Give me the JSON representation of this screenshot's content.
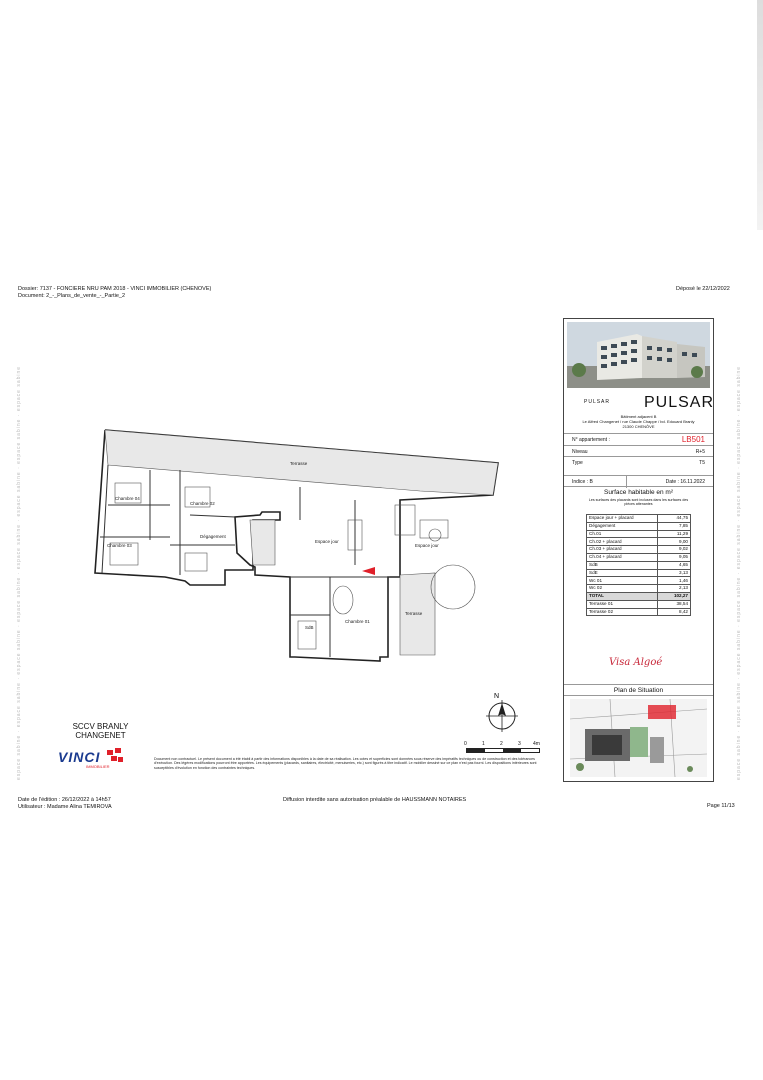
{
  "header": {
    "dossier": "Dossier: 7137 - FONCIERE NRU PAM 2018 - VINCI IMMOBILIER (CHENOVE)",
    "document": "Document: 2_-_Plans_de_vente_-_Partie_2",
    "depose": "Déposé le 22/12/2022"
  },
  "cartouche": {
    "brand_small": "PULSAR",
    "brand_large": "PULSAR",
    "address_line1": "Bâtiment adjacent B",
    "address_line2": "Le Alfred Changenet / rue Claude Chappe / bd. Edouard Branly",
    "address_line3": "21300 CHENÔVE",
    "rows": [
      {
        "label": "N° appartement :",
        "value": "LB501"
      },
      {
        "label": "Niveau",
        "value": "R+5"
      },
      {
        "label": "Type",
        "value": "T5"
      }
    ],
    "indice": "Indice : B",
    "date": "Date : 16.11.2022",
    "surface_title": "Surface habitable en m²",
    "surface_note": "Les surfaces des placards sont incluses dans les surfaces des pièces attenantes",
    "surfaces": [
      {
        "label": "Espace jour + placard",
        "value": "44,75"
      },
      {
        "label": "Dégagement",
        "value": "7,85"
      },
      {
        "label": "Ch.01",
        "value": "11,29"
      },
      {
        "label": "Ch.02 + placard",
        "value": "9,00"
      },
      {
        "label": "Ch.03 + placard",
        "value": "9,02"
      },
      {
        "label": "Ch.04 + placard",
        "value": "9,05"
      },
      {
        "label": "SdB",
        "value": "4,65"
      },
      {
        "label": "SdE",
        "value": "3,13"
      },
      {
        "label": "Wc 01",
        "value": "1,46"
      },
      {
        "label": "Wc 02",
        "value": "2,13"
      },
      {
        "label": "TOTAL",
        "value": "102,27"
      },
      {
        "label": "Terrasse 01",
        "value": "38,54"
      },
      {
        "label": "Terrasse 02",
        "value": "8,42"
      }
    ],
    "visa": "Visa Algoé",
    "plan_situation": "Plan de Situation"
  },
  "plan": {
    "rooms": [
      "Chambre 04",
      "Chambre 03",
      "Chambre 02",
      "Dégagement",
      "Espace jour",
      "Espace jour",
      "Chambre 01",
      "SdB",
      "Terrasse",
      "Terrasse"
    ],
    "north": "N",
    "scale": [
      "0",
      "1",
      "2",
      "3",
      "4m"
    ]
  },
  "client": {
    "line1": "SCCV BRANLY",
    "line2": "CHANGENET",
    "vinci": "VINCI",
    "immobilier": "IMMOBILIER"
  },
  "disclaimer": "Document non contractuel. Le présent document a été établi à partir des informations disponibles à la date de sa réalisation. Les cotes et superficies sont données sous réserve des impératifs techniques ou de construction et des tolérances d'exécution. Des légères modifications pourront être apportées. Les équipements (placards, sanitaires, électricité, menuiseries, etc.) sont figurés à titre indicatif. Le mobilier dessiné sur ce plan n'est pas fourni. Les dispositions intérieures sont susceptibles d'évolution en fonction des contraintes techniques.",
  "footer": {
    "edition": "Date de l'édition : 26/12/2022 à 14h57",
    "utilisateur": "Utilisateur : Madame Alina TEMIROVA",
    "diffusion": "Diffusion interdite sans autorisation préalable de HAUSSMANN NOTAIRES",
    "page": "Page 11/13"
  },
  "colors": {
    "accent_red": "#e0202a",
    "vinci_blue": "#1a3a8f",
    "visa_red": "#c8283a"
  }
}
